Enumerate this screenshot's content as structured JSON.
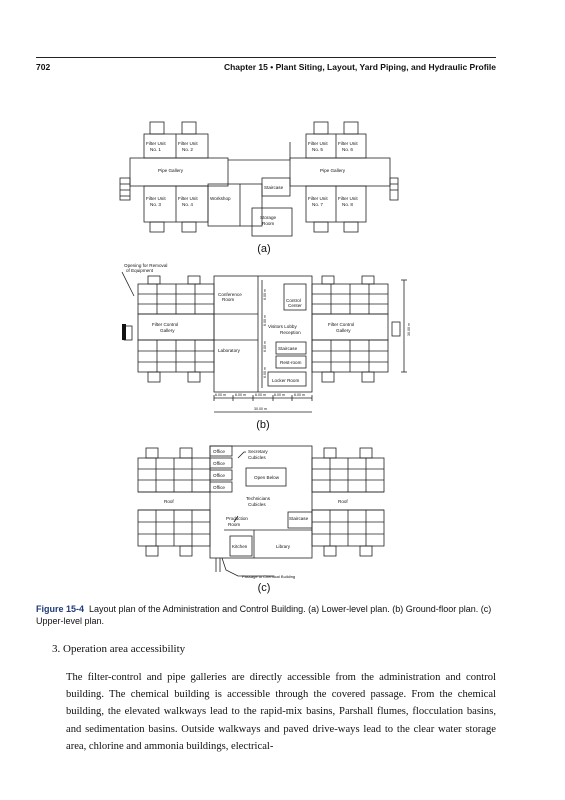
{
  "header": {
    "page_number": "702",
    "chapter_title": "Chapter 15 • Plant Siting, Layout, Yard Piping, and Hydraulic Profile"
  },
  "plan_a": {
    "label": "(a)",
    "filter_unit_1": "Filter Unit",
    "filter_unit_1_no": "No. 1",
    "filter_unit_2": "Filter Unit",
    "filter_unit_2_no": "No. 2",
    "filter_unit_3": "Filter Unit",
    "filter_unit_3_no": "No. 3",
    "filter_unit_4": "Filter Unit",
    "filter_unit_4_no": "No. 4",
    "filter_unit_5": "Filter Unit",
    "filter_unit_5_no": "No. 5",
    "filter_unit_6": "Filter Unit",
    "filter_unit_6_no": "No. 6",
    "filter_unit_7": "Filter Unit",
    "filter_unit_7_no": "No. 7",
    "filter_unit_8": "Filter Unit",
    "filter_unit_8_no": "No. 8",
    "pipe_gallery_left": "Pipe Gallery",
    "pipe_gallery_right": "Pipe Gallery",
    "workshop": "Workshop",
    "staircase": "Staircase",
    "storage_room_1": "Storage",
    "storage_room_2": "Room"
  },
  "plan_b": {
    "label": "(b)",
    "opening_note_1": "Opening for Removal",
    "opening_note_2": "of Equipment",
    "conference_room_1": "Conference",
    "conference_room_2": "Room",
    "control_center_1": "Control",
    "control_center_2": "Center",
    "filter_control_gallery_left_1": "Filter Control",
    "filter_control_gallery_left_2": "Gallery",
    "filter_control_gallery_right_1": "Filter Control",
    "filter_control_gallery_right_2": "Gallery",
    "visitors_lobby": "Visitors Lobby",
    "reception": "Reception",
    "laboratory": "Laboratory",
    "staircase": "Staircase",
    "rest_room": "Rest-room",
    "locker_room": "Locker Room",
    "dim_1": "6.00 m",
    "dim_2": "6.00 m",
    "dim_3": "6.00 m",
    "dim_4": "6.00 m",
    "dim_5": "6.00 m",
    "dim_total": "30.00 m",
    "dim_v1": "6.00 m",
    "dim_v2": "6.00 m",
    "dim_v3": "6.00 m",
    "dim_v4": "6.00 m",
    "dim_side": "30.00 m"
  },
  "plan_c": {
    "label": "(c)",
    "office_1": "Office",
    "office_2": "Office",
    "office_3": "Office",
    "office_4": "Office",
    "secretary_1": "Secretary",
    "secretary_2": "Cubicles",
    "open_below": "Open Below",
    "technicians_1": "Technicians",
    "technicians_2": "Cubicles",
    "roof_left": "Roof",
    "roof_right": "Roof",
    "production_1": "Production",
    "production_2": "Room",
    "staircase": "Staircase",
    "kitchen": "Kitchen",
    "library": "Library",
    "passage_note": "Passage to Chemical Building"
  },
  "caption": {
    "figure_label": "Figure 15-4",
    "text": "Layout plan of the Administration and Control Building. (a) Lower-level plan. (b) Ground-floor plan. (c) Upper-level plan."
  },
  "section_heading": "3. Operation area accessibility",
  "paragraph": "The filter-control and pipe galleries are directly accessible from the administration and control building. The chemical building is accessible through the covered passage. From the chemical building, the elevated walkways lead to the rapid-mix basins, Parshall flumes, flocculation basins, and sedimentation basins. Outside walkways and paved drive-ways lead to the clear water storage area, chlorine and ammonia buildings, electrical-"
}
